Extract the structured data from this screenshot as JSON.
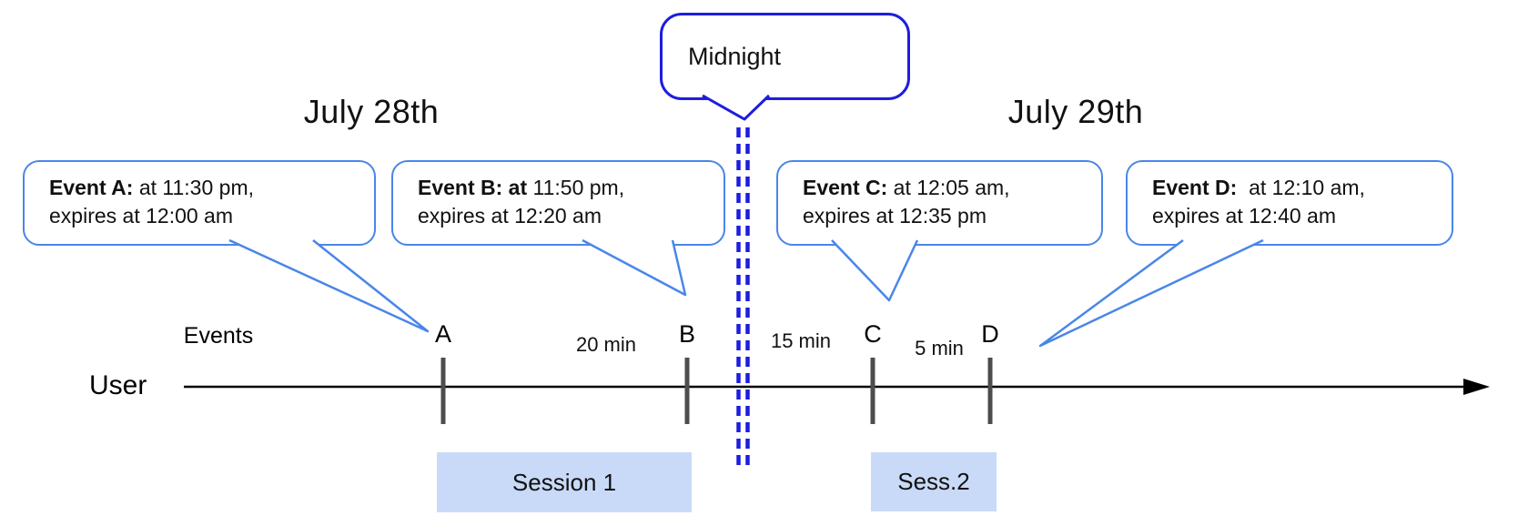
{
  "titles": {
    "left_date": "July 28th",
    "right_date": "July 29th"
  },
  "midnight_callout": {
    "label": "Midnight"
  },
  "event_callouts": [
    {
      "bold": "Event A:",
      "rest": " at 11:30 pm,",
      "line2": "expires at 12:00 am"
    },
    {
      "bold": "Event B: at",
      "rest": " 11:50 pm,",
      "line2": "expires at 12:20 am"
    },
    {
      "bold": "Event C:",
      "rest": " at 12:05 am,",
      "line2": "expires at 12:35 pm"
    },
    {
      "bold": "Event D:",
      "rest": "  at 12:10 am,",
      "line2": "expires at 12:40 am"
    }
  ],
  "timeline": {
    "events_label": "Events",
    "user_label": "User",
    "tick_labels": [
      "A",
      "B",
      "C",
      "D"
    ],
    "interval_labels": [
      "20 min",
      "15 min",
      "5 min"
    ]
  },
  "sessions": [
    {
      "label": "Session 1"
    },
    {
      "label": "Sess.2"
    }
  ],
  "colors": {
    "callout_border_blue": "#4a86e8",
    "midnight_blue": "#1d1de0",
    "session_fill_blue": "#c9daf8",
    "tick_gray": "#4d4d4d",
    "axis_black": "#000000"
  }
}
